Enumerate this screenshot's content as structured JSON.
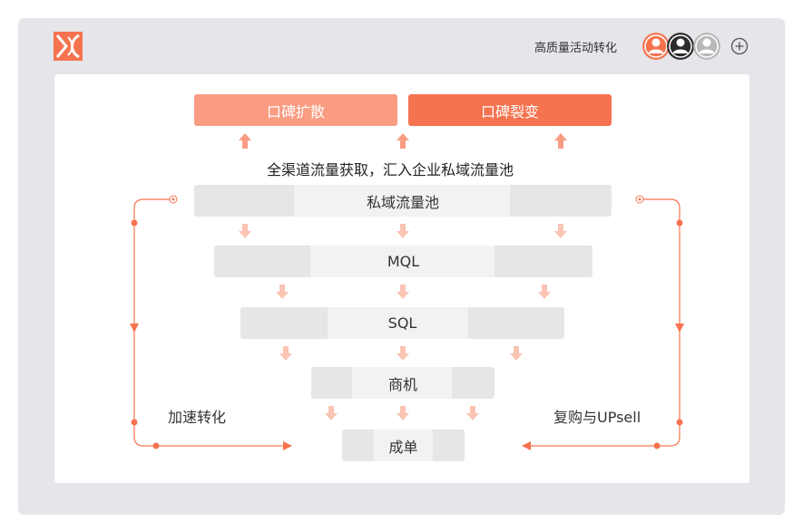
{
  "header": {
    "title": "高质量活动转化"
  },
  "buttons": {
    "left": "口碑扩散",
    "right": "口碑裂变"
  },
  "headline": "全渠道流量获取，汇入企业私域流量池",
  "stages": [
    "私域流量池",
    "MQL",
    "SQL",
    "商机",
    "成单"
  ],
  "side_labels": {
    "left": "加速转化",
    "right": "复购与UPsell"
  },
  "colors": {
    "accent": "#f6734f",
    "accent_light": "#f99c82",
    "arrow_light": "#fbc4b3",
    "frame": "#e5e5ea"
  }
}
